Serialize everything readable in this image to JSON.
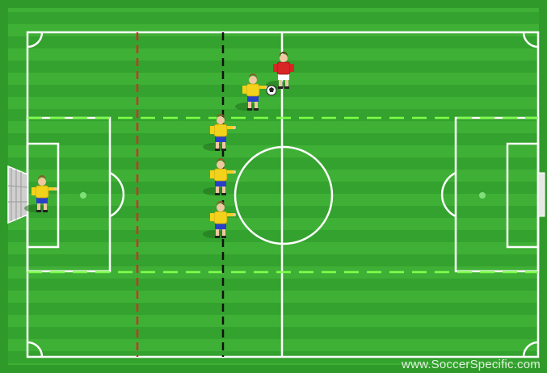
{
  "drill": {
    "title": "",
    "watermark": "www.SoccerSpecific.com",
    "colors": {
      "grass_dark": "#2f9a2a",
      "grass_light": "#3fb036",
      "line": "#ffffff",
      "offside_line": "#d0302a",
      "halfway_marker": "#111111",
      "channel_line": "#7cff4a",
      "team_a_shirt": "#f2d21a",
      "team_a_shorts": "#2a3fc8",
      "team_b_shirt": "#d82525",
      "team_b_shorts": "#ffffff"
    },
    "players": [
      {
        "team": "yellow",
        "role": "goalkeeper"
      },
      {
        "team": "yellow",
        "role": "defender"
      },
      {
        "team": "yellow",
        "role": "defender"
      },
      {
        "team": "yellow",
        "role": "defender"
      },
      {
        "team": "yellow",
        "role": "defender"
      },
      {
        "team": "red",
        "role": "attacker"
      }
    ],
    "ball": {
      "icon": "soccer-ball-icon"
    }
  }
}
